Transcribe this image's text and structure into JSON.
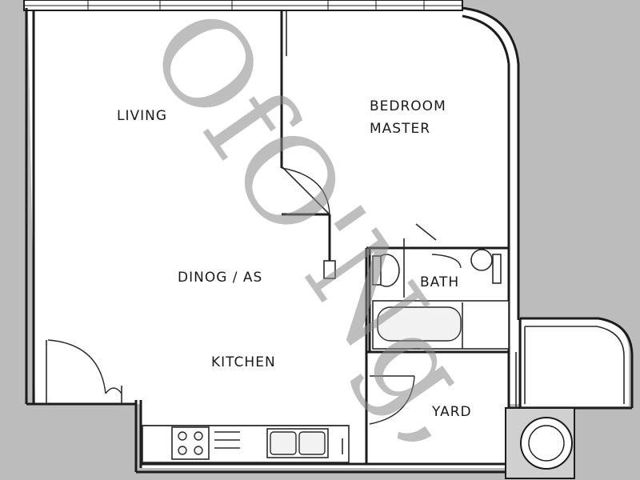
{
  "rooms": {
    "living": "LIVING",
    "bedroom_line1": "BEDROOM",
    "bedroom_line2": "MASTER",
    "dining": "DINOG / AS",
    "bath": "BATH",
    "kitchen": "KITCHEN",
    "yard": "YARD"
  },
  "watermark": "OfO'Ng,"
}
